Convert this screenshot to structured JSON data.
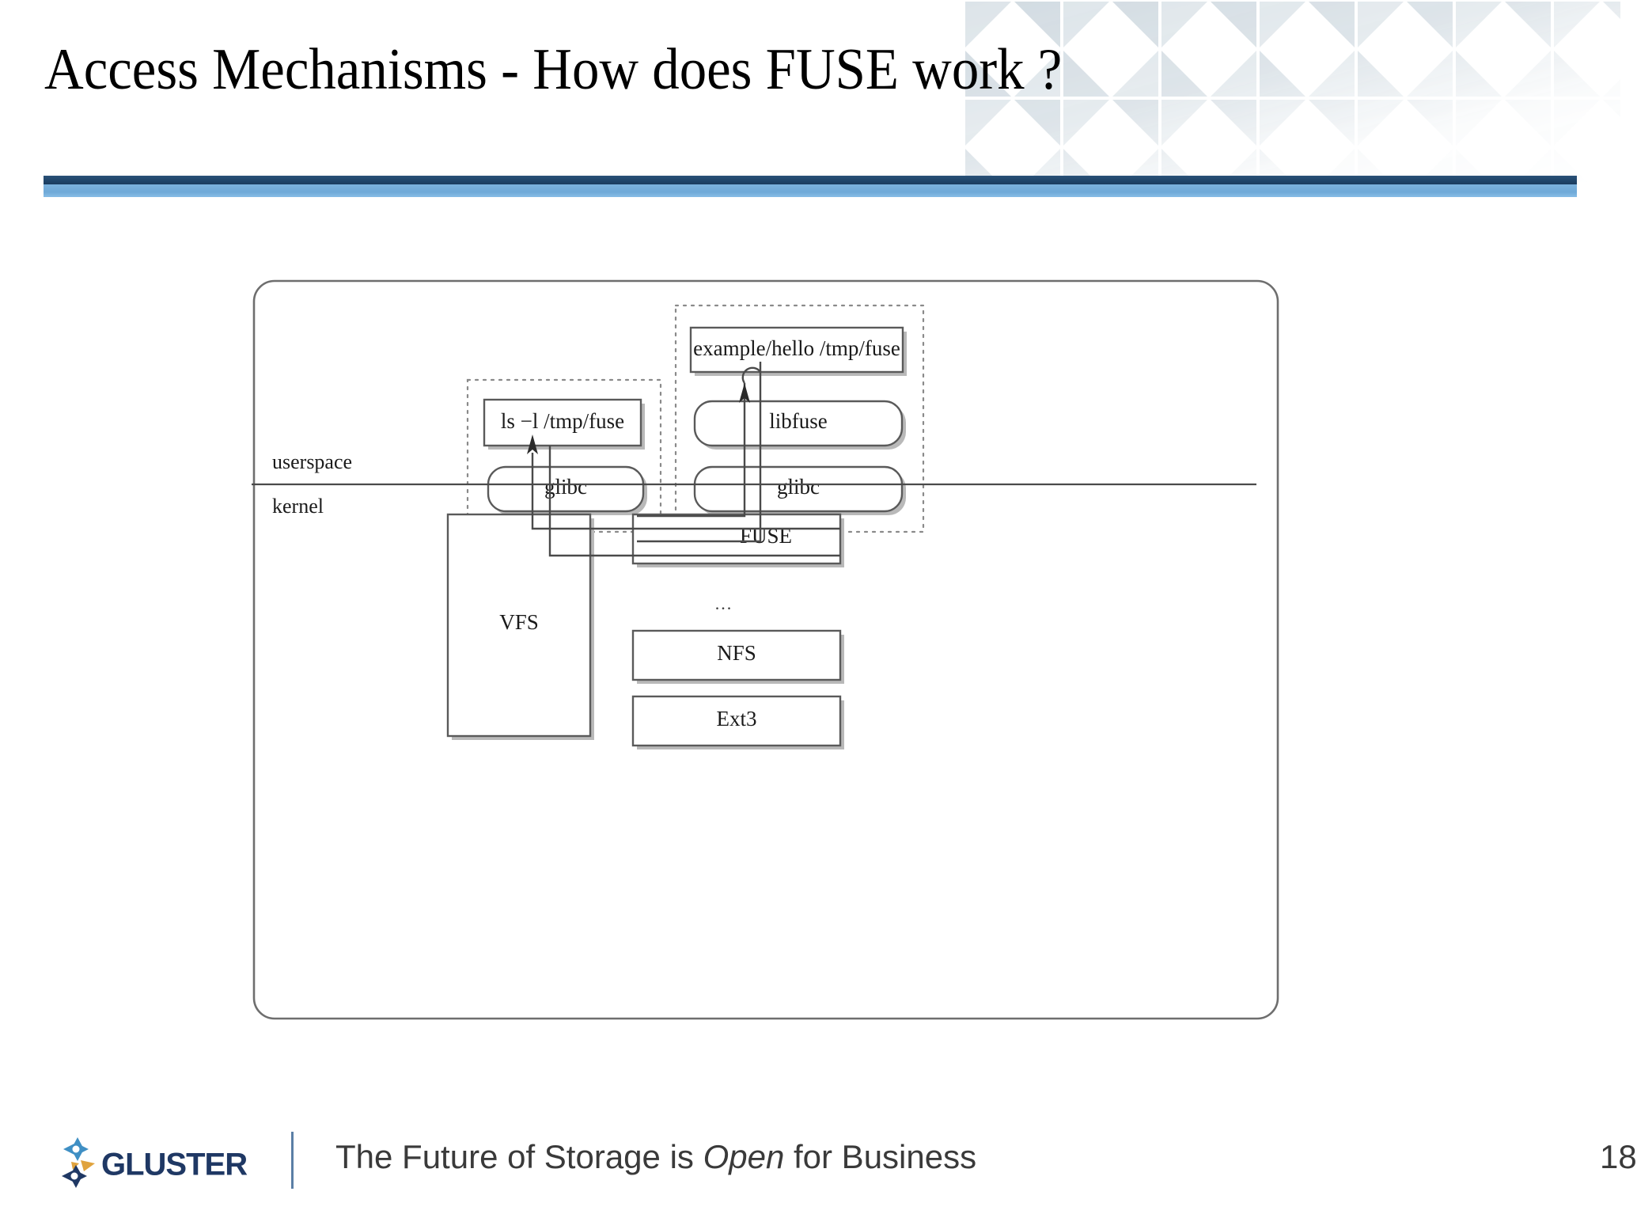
{
  "slide": {
    "title": "Access Mechanisms  - How does FUSE work ?",
    "page_number": "18",
    "accent_dark": "#20466b",
    "accent_light": "#7cb3de",
    "pattern_color": "#dde4e9"
  },
  "footer": {
    "text_before": "The Future of Storage is ",
    "text_emphasis": "Open",
    "text_after": " for Business",
    "logo_text": "GLUSTER",
    "logo_navy": "#1f3864",
    "logo_blue": "#3f8fc4",
    "logo_orange": "#e0a33e"
  },
  "diagram": {
    "userspace_label": "userspace",
    "kernel_label": "kernel",
    "ellipsis": "...",
    "left_group": {
      "top_box": "ls −l /tmp/fuse",
      "lib_box": "glibc"
    },
    "right_group": {
      "top_box": "example/hello /tmp/fuse",
      "mid_box": "libfuse",
      "lib_box": "glibc"
    },
    "kernel_boxes": {
      "vfs": "VFS",
      "fuse": "FUSE",
      "nfs": "NFS",
      "ext3": "Ext3"
    }
  }
}
